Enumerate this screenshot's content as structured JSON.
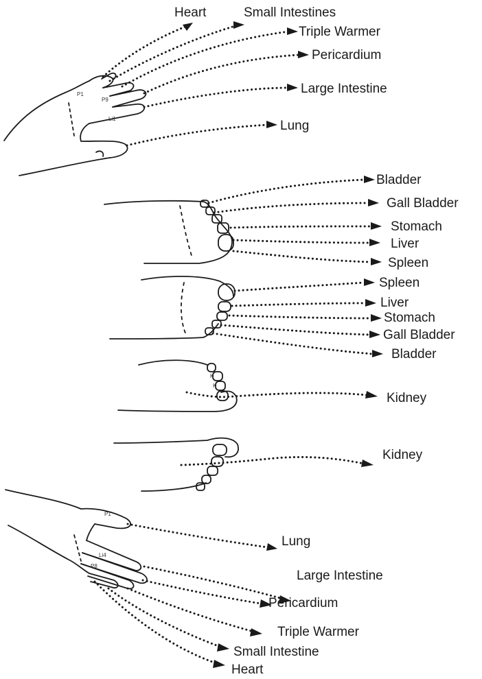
{
  "hand_top": {
    "meridians": [
      "Heart",
      "Small Intestines",
      "Triple Warmer",
      "Pericardium",
      "Large Intestine",
      "Lung"
    ]
  },
  "foot_1": {
    "meridians": [
      "Bladder",
      "Gall Bladder",
      "Stomach",
      "Liver",
      "Spleen"
    ]
  },
  "foot_2": {
    "meridians": [
      "Spleen",
      "Liver",
      "Stomach",
      "Gall Bladder",
      "Bladder"
    ]
  },
  "sole_1": {
    "meridians": [
      "Kidney"
    ]
  },
  "sole_2": {
    "meridians": [
      "Kidney"
    ]
  },
  "hand_bottom": {
    "meridians": [
      "Lung",
      "Large Intestine",
      "Pericardium",
      "Triple Warmer",
      "Small Intestine",
      "Heart"
    ]
  },
  "style": {
    "ink": "#1a1a1a",
    "background": "#ffffff"
  },
  "icons": [
    "arrowhead-icon"
  ]
}
